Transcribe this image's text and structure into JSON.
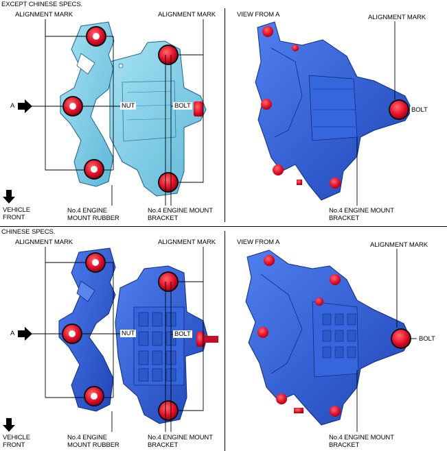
{
  "sections": [
    {
      "title": "EXCEPT CHINESE SPECS.",
      "left": {
        "alignment_mark_left": "ALIGNMENT MARK",
        "alignment_mark_right": "ALIGNMENT MARK",
        "arrow_label": "A",
        "nut": "NUT",
        "bolt": "BOLT",
        "vehicle_front": [
          "VEHICLE",
          "FRONT"
        ],
        "rubber": [
          "No.4 ENGINE",
          "MOUNT RUBBER"
        ],
        "bracket": [
          "No.4 ENGINE MOUNT",
          "BRACKET"
        ]
      },
      "right": {
        "view": "VIEW FROM A",
        "alignment_mark": "ALIGNMENT MARK",
        "bolt": "BOLT",
        "bracket": [
          "No.4 ENGINE MOUNT",
          "BRACKET"
        ]
      }
    },
    {
      "title": "CHINESE SPECS.",
      "left": {
        "alignment_mark_left": "ALIGNMENT MARK",
        "alignment_mark_right": "ALIGNMENT MARK",
        "arrow_label": "A",
        "nut": "NUT",
        "bolt": "BOLT",
        "vehicle_front": [
          "VEHICLE",
          "FRONT"
        ],
        "rubber": [
          "No.4 ENGINE",
          "MOUNT RUBBER"
        ],
        "bracket": [
          "No.4 ENGINE MOUNT",
          "BRACKET"
        ]
      },
      "right": {
        "view": "VIEW FROM A",
        "alignment_mark": "ALIGNMENT MARK",
        "bolt": "BOLT",
        "bracket": [
          "No.4 ENGINE MOUNT",
          "BRACKET"
        ]
      }
    }
  ],
  "colors": {
    "bracket_light": "#7fd0e6",
    "bracket_dark": "#2f5fcf",
    "bolt_red": "#e8102a",
    "line": "#000000"
  }
}
